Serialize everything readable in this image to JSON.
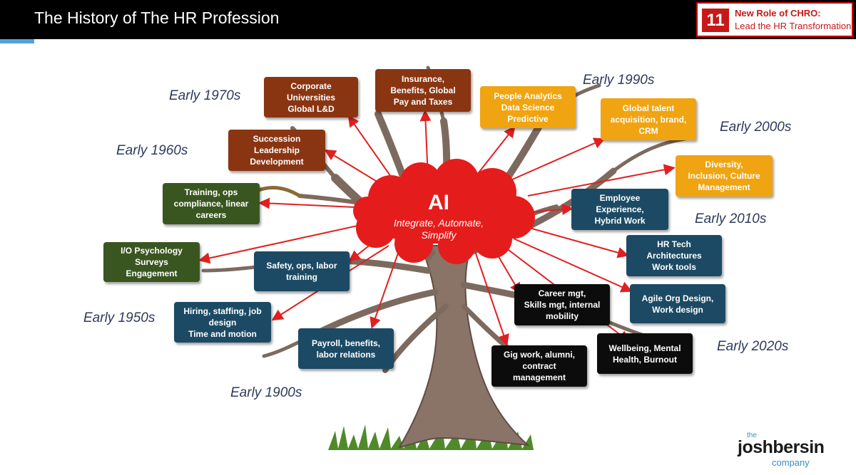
{
  "header": {
    "title": "The History of The HR Profession",
    "chapter_number": "11",
    "chapter_line1": "New Role of CHRO:",
    "chapter_line2": "Lead the HR Transformation"
  },
  "eras": {
    "e1970": "Early 1970s",
    "e1960": "Early 1960s",
    "e1950": "Early 1950s",
    "e1900": "Early 1900s",
    "e1990": "Early 1990s",
    "e2000": "Early 2000s",
    "e2010": "Early 2010s",
    "e2020": "Early 2020s"
  },
  "center": {
    "title": "AI",
    "line1": "Integrate, Automate,",
    "line2": "Simplify"
  },
  "boxes": {
    "corporate": [
      "Corporate",
      "Universities",
      "Global L&D"
    ],
    "insurance": [
      "Insurance,",
      "Benefits, Global",
      "Pay and Taxes"
    ],
    "analytics": [
      "People Analytics",
      "Data Science",
      "Predictive"
    ],
    "talent": [
      "Global talent",
      "acquisition, brand,",
      "CRM"
    ],
    "succession": [
      "Succession",
      "Leadership",
      "Development"
    ],
    "diversity": [
      "Diversity,",
      "Inclusion, Culture",
      "Management"
    ],
    "training": [
      "Training, ops",
      "compliance, linear",
      "careers"
    ],
    "employee_exp": [
      "Employee",
      "Experience,",
      "Hybrid Work"
    ],
    "io_psych": [
      "I/O Psychology",
      "Surveys",
      "Engagement"
    ],
    "safety": [
      "Safety, ops, labor",
      "training"
    ],
    "hrtech": [
      "HR Tech",
      "Architectures",
      "Work tools"
    ],
    "career": [
      "Career mgt,",
      "Skills mgt, internal",
      "mobility"
    ],
    "agile": [
      "Agile Org Design,",
      "Work design"
    ],
    "hiring": [
      "Hiring, staffing, job",
      "design",
      "Time and motion"
    ],
    "payroll": [
      "Payroll, benefits,",
      "labor relations"
    ],
    "wellbeing": [
      "Wellbeing, Mental",
      "Health, Burnout"
    ],
    "gig": [
      "Gig work, alumni,",
      "contract",
      "management"
    ]
  },
  "logo": {
    "the": "the",
    "name": "joshbersin",
    "company": "company"
  },
  "colors": {
    "brown": "#8a3512",
    "orange": "#f0a411",
    "green": "#3a5620",
    "teal": "#1c4a64",
    "black": "#0c0c0c",
    "cloud": "#e51c1c",
    "arrow": "#e02020",
    "era_text": "#2e3a5c",
    "accent": "#4ea3d8"
  }
}
